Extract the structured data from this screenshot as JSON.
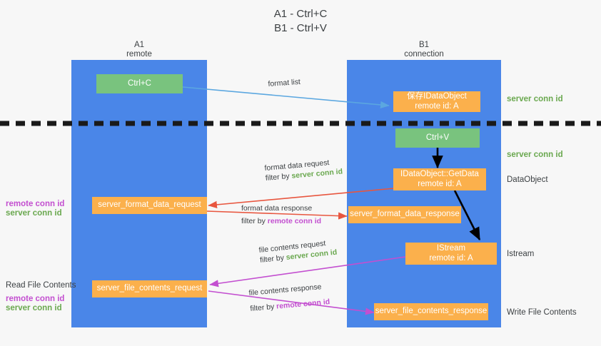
{
  "title": "A1 - Ctrl+C\nB1 - Ctrl+V",
  "colors": {
    "background": "#f7f7f7",
    "lane": "#4a86e8",
    "green_box": "#79c37e",
    "orange_box": "#fbb04c",
    "server_conn_id": "#6aa84f",
    "remote_conn_id": "#c34fd0",
    "arrow_blue": "#5ba7e0",
    "arrow_red": "#e8563f",
    "arrow_magenta": "#c34fd0",
    "arrow_black": "#000000",
    "divider": "#1a1a1a"
  },
  "lanes": [
    {
      "id": "a1",
      "title": "A1\nremote"
    },
    {
      "id": "b1",
      "title": "B1\nconnection"
    }
  ],
  "nodes": [
    {
      "id": "ctrl-c",
      "label": "Ctrl+C",
      "kind": "green",
      "lane": "a1"
    },
    {
      "id": "save-idataobject",
      "label": "保存IDataObject\nremote id: A",
      "kind": "orange",
      "lane": "b1"
    },
    {
      "id": "ctrl-v",
      "label": "Ctrl+V",
      "kind": "green",
      "lane": "b1"
    },
    {
      "id": "idataobject-getdata",
      "label": "IDataObject::GetData\nremote id: A",
      "kind": "orange",
      "lane": "b1"
    },
    {
      "id": "server-format-data-request",
      "label": "server_format_data_request",
      "kind": "orange",
      "lane": "a1"
    },
    {
      "id": "server-format-data-response",
      "label": "server_format_data_response",
      "kind": "orange",
      "lane": "b1"
    },
    {
      "id": "istream",
      "label": "IStream\nremote id: A",
      "kind": "orange",
      "lane": "b1"
    },
    {
      "id": "server-file-contents-request",
      "label": "server_file_contents_request",
      "kind": "orange",
      "lane": "a1"
    },
    {
      "id": "server-file-contents-response",
      "label": "server_file_contents_response",
      "kind": "orange",
      "lane": "b1"
    }
  ],
  "right_labels": [
    {
      "id": "server-conn-id-1",
      "text": "server conn id",
      "style": "green"
    },
    {
      "id": "server-conn-id-2",
      "text": "server conn id",
      "style": "green"
    },
    {
      "id": "dataobject",
      "text": "DataObject",
      "style": "plain"
    },
    {
      "id": "istream-label",
      "text": "Istream",
      "style": "plain"
    },
    {
      "id": "write-file-contents",
      "text": "Write File Contents",
      "style": "plain"
    }
  ],
  "left_labels": [
    {
      "id": "conn-ids-upper-remote",
      "text": "remote conn id",
      "style": "magenta"
    },
    {
      "id": "conn-ids-upper-server",
      "text": "server conn id",
      "style": "green"
    },
    {
      "id": "read-file-contents",
      "text": "Read File Contents",
      "style": "plain"
    },
    {
      "id": "conn-ids-lower-remote",
      "text": "remote conn id",
      "style": "magenta"
    },
    {
      "id": "conn-ids-lower-server",
      "text": "server conn id",
      "style": "green"
    }
  ],
  "edges": [
    {
      "id": "format-list",
      "label": "format list",
      "filter_prefix": "",
      "filter_value": "",
      "color": "#5ba7e0"
    },
    {
      "id": "format-data-request",
      "label": "format data request",
      "filter_prefix": "filter by ",
      "filter_value": "server conn id",
      "filter_style": "green",
      "color": "#e8563f"
    },
    {
      "id": "format-data-response",
      "label": "format data response",
      "filter_prefix": "filter by ",
      "filter_value": "remote conn id",
      "filter_style": "magenta",
      "color": "#e8563f"
    },
    {
      "id": "file-contents-request",
      "label": "file contents request",
      "filter_prefix": "filter by ",
      "filter_value": "server conn id",
      "filter_style": "green",
      "color": "#c34fd0"
    },
    {
      "id": "file-contents-response",
      "label": "file contents response",
      "filter_prefix": "filter by ",
      "filter_value": "remote conn id",
      "filter_style": "magenta",
      "color": "#c34fd0"
    }
  ]
}
